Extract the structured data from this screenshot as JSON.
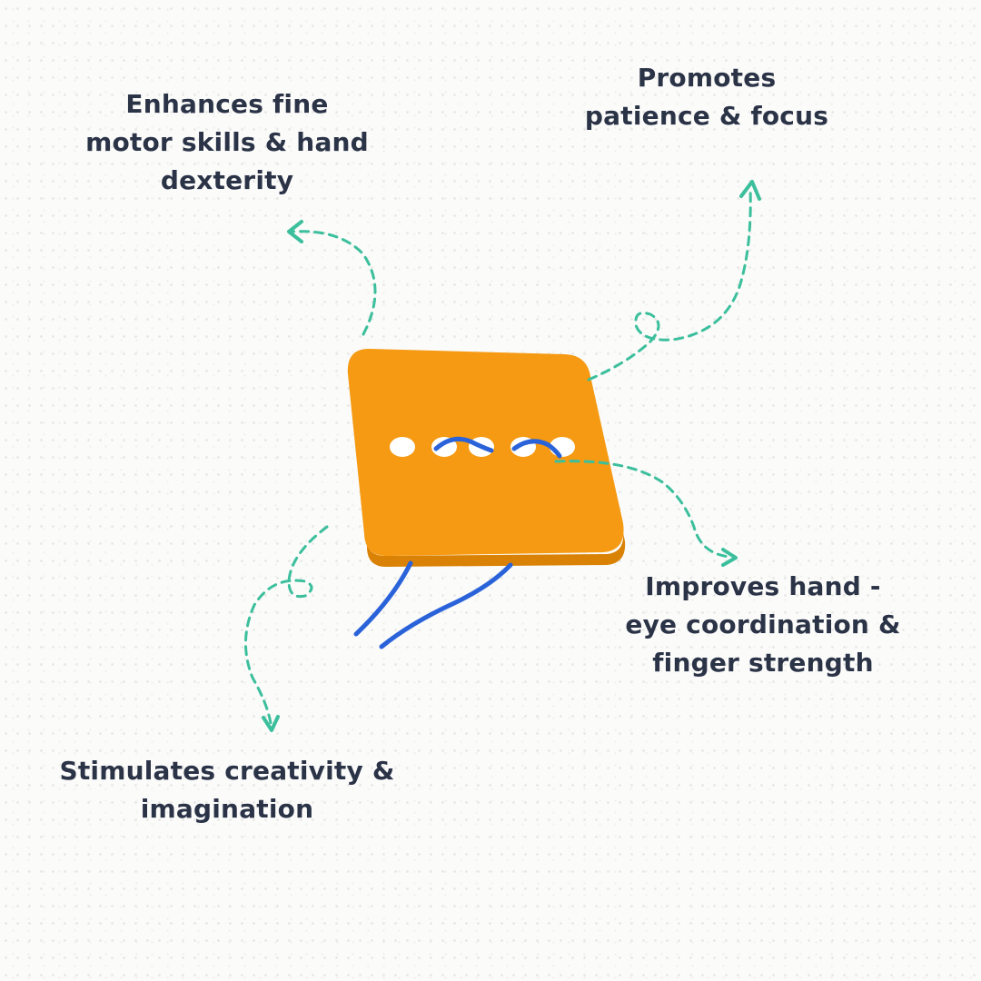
{
  "colors": {
    "text": "#2b3347",
    "accent": "#3cbf9c",
    "board": "#f59a12",
    "board_edge": "#d98205",
    "lace": "#2a63d9"
  },
  "benefits": [
    {
      "id": "fine-motor",
      "text": "Enhances fine\nmotor skills & hand\ndexterity"
    },
    {
      "id": "patience",
      "text": "Promotes\npatience & focus"
    },
    {
      "id": "coordination",
      "text": "Improves hand -\neye coordination &\nfinger strength"
    },
    {
      "id": "creativity",
      "text": "Stimulates creativity &\nimagination"
    }
  ],
  "icons": {
    "arrows": "dashed-curved-arrow-icon",
    "product": "lacing-board-toy"
  }
}
